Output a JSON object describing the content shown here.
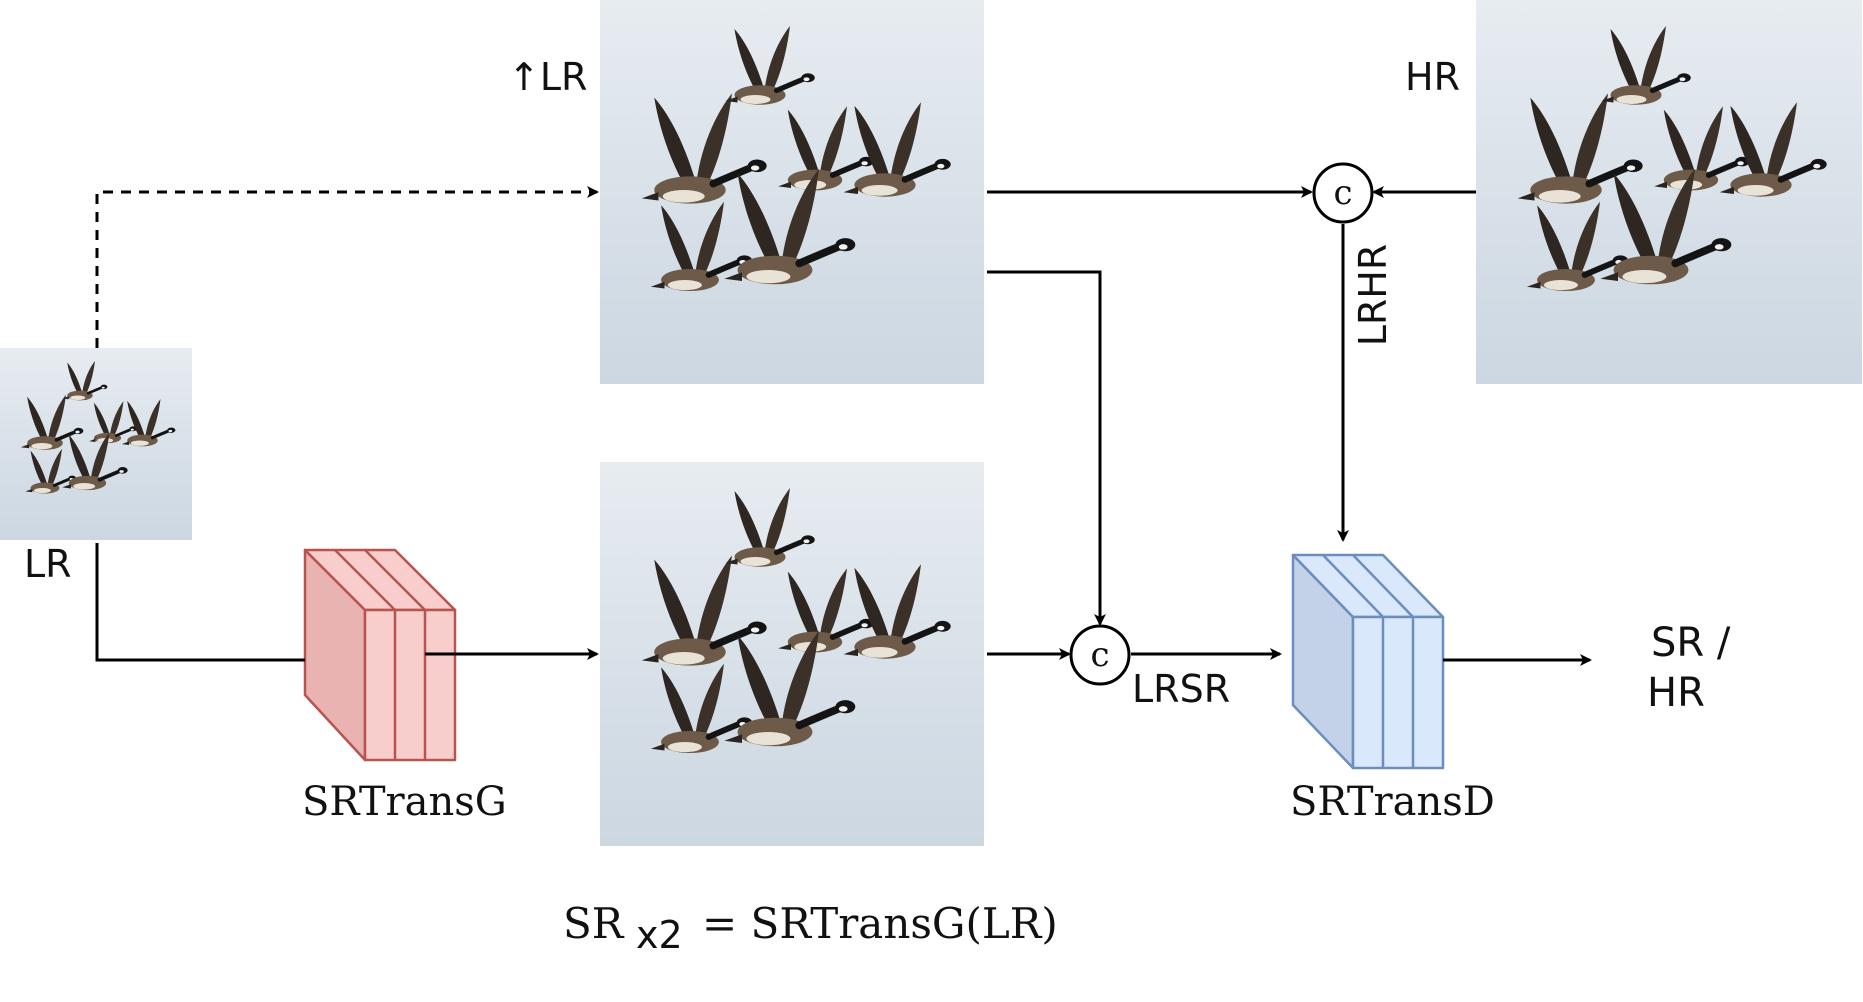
{
  "labels": {
    "lr": "LR",
    "up_lr": "↑LR",
    "hr": "HR",
    "sr_hr_line1": "SR /",
    "sr_hr_line2": "HR",
    "generator": "SRTransG",
    "discriminator": "SRTransD",
    "lrsr": "LRSR",
    "lrhr": "LRHR",
    "concat_top": "c",
    "concat_bottom": "c",
    "formula_main": "SR",
    "formula_sub": "x2",
    "formula_rest": "= SRTransG(LR)"
  },
  "colors": {
    "generator_face": "#f8cecc",
    "generator_side": "#e8b3b0",
    "generator_stroke": "#b85450",
    "discriminator_face": "#dae8fc",
    "discriminator_side": "#c3d2e8",
    "discriminator_stroke": "#6c8ebf",
    "sky": "#d8e0e8",
    "goose_body": "#6e5a48",
    "goose_wing": "#2e2620",
    "goose_neck": "#141414",
    "line": "#000000"
  },
  "icons": {
    "concat": "circle-c-icon",
    "image": "geese-photo"
  }
}
